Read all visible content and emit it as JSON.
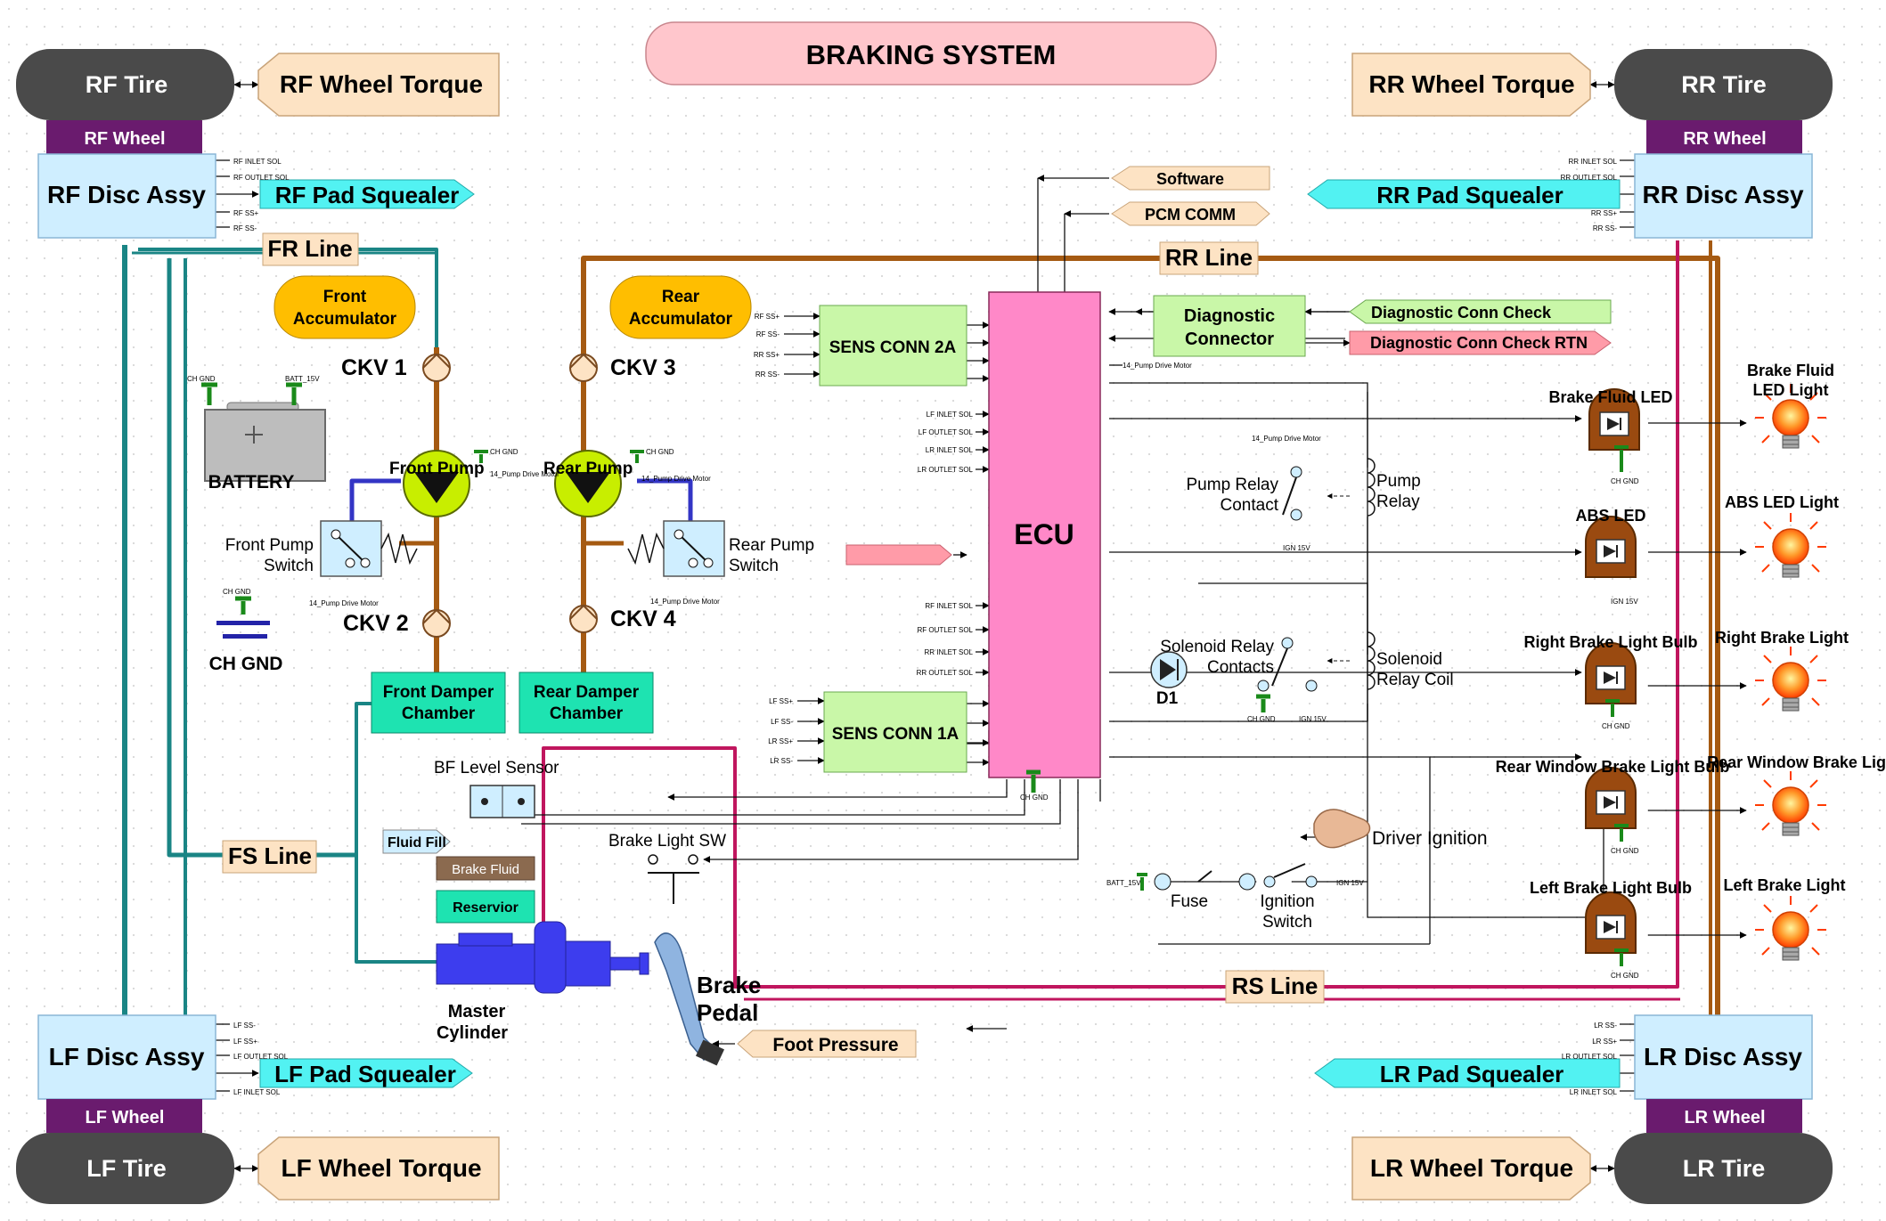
{
  "title": "BRAKING SYSTEM",
  "wheels": {
    "rf": {
      "tire": "RF Tire",
      "wheel": "RF Wheel",
      "disc": "RF Disc Assy",
      "torque": "RF Wheel Torque",
      "squealer": "RF Pad Squealer",
      "pins": [
        "RF INLET SOL",
        "RF OUTLET SOL",
        "RF SS+",
        "RF SS-"
      ]
    },
    "rr": {
      "tire": "RR Tire",
      "wheel": "RR Wheel",
      "disc": "RR Disc Assy",
      "torque": "RR Wheel Torque",
      "squealer": "RR Pad Squealer",
      "pins": [
        "RR INLET SOL",
        "RR OUTLET SOL",
        "RR SS+",
        "RR SS-"
      ]
    },
    "lf": {
      "tire": "LF Tire",
      "wheel": "LF Wheel",
      "disc": "LF Disc Assy",
      "torque": "LF Wheel Torque",
      "squealer": "LF Pad Squealer",
      "pins": [
        "LF SS-",
        "LF SS+",
        "LF OUTLET SOL",
        "LF INLET SOL"
      ]
    },
    "lr": {
      "tire": "LR Tire",
      "wheel": "LR Wheel",
      "disc": "LR Disc Assy",
      "torque": "LR Wheel Torque",
      "squealer": "LR Pad Squealer",
      "pins": [
        "LR SS-",
        "LR SS+",
        "LR OUTLET SOL",
        "LR INLET SOL"
      ]
    }
  },
  "lines": {
    "fr": "FR Line",
    "rr": "RR Line",
    "fs": "FS Line",
    "rs": "RS Line"
  },
  "accumulators": {
    "front": [
      "Front",
      "Accumulator"
    ],
    "rear": [
      "Rear",
      "Accumulator"
    ]
  },
  "check_valves": [
    "CKV 1",
    "CKV 2",
    "CKV 3",
    "CKV 4"
  ],
  "pumps": {
    "front": "Front Pump",
    "rear": "Rear Pump"
  },
  "pump_switches": {
    "front": [
      "Front Pump",
      "Switch"
    ],
    "rear": [
      "Rear Pump",
      "Switch"
    ]
  },
  "battery": {
    "label": "BATTERY",
    "gnd_pin": "CH GND",
    "batt_pin": "BATT_15V"
  },
  "ch_gnd": {
    "label": "CH GND",
    "pin": "CH GND"
  },
  "small_pins": {
    "ch_gnd": "CH GND",
    "pump_motor": "14_Pump Drive Motor",
    "ign": "IGN 15V",
    "batt": "BATT_15V"
  },
  "dampers": {
    "front": [
      "Front Damper",
      "Chamber"
    ],
    "rear": [
      "Rear Damper",
      "Chamber"
    ]
  },
  "reservoir": {
    "level_sensor": "BF Level Sensor",
    "fluid_fill": "Fluid Fill",
    "brake_fluid": "Brake Fluid",
    "reservior": "Reservior"
  },
  "master_cylinder": [
    "Master",
    "Cylinder"
  ],
  "brake_pedal": [
    "Brake",
    "Pedal"
  ],
  "foot_pressure": "Foot Pressure",
  "brake_light_sw": "Brake Light SW",
  "ecu": {
    "label": "ECU",
    "pins_upper": [
      "LF INLET SOL",
      "LF OUTLET SOL",
      "LR INLET SOL",
      "LR OUTLET SOL"
    ],
    "pins_lower": [
      "RF INLET SOL",
      "RF OUTLET SOL",
      "RR INLET SOL",
      "RR OUTLET SOL"
    ],
    "pump_motor_pin": "14_Pump Drive Motor"
  },
  "sens_conn_2a": {
    "label": "SENS CONN 2A",
    "pins": [
      "RF SS+",
      "RF SS-",
      "RR SS+",
      "RR SS-"
    ]
  },
  "sens_conn_1a": {
    "label": "SENS CONN 1A",
    "pins": [
      "LF SS+",
      "LF SS-",
      "LR SS+",
      "LR SS-"
    ]
  },
  "software": "Software",
  "pcm_comm": "PCM COMM",
  "diagnostic": {
    "connector": [
      "Diagnostic",
      "Connector"
    ],
    "check": "Diagnostic Conn Check",
    "check_rtn": "Diagnostic Conn Check RTN"
  },
  "pump_relay": {
    "contact": [
      "Pump Relay",
      "Contact"
    ],
    "relay": [
      "Pump",
      "Relay"
    ]
  },
  "solenoid_relay": {
    "contacts": [
      "Solenoid Relay",
      "Contacts"
    ],
    "coil": [
      "Solenoid",
      "Relay Coil"
    ],
    "diode": "D1"
  },
  "driver_ignition": "Driver Ignition",
  "fuse": "Fuse",
  "ignition_switch": [
    "Ignition",
    "Switch"
  ],
  "lamps": [
    {
      "driver": "Brake Fluid LED",
      "light": [
        "Brake Fluid",
        "LED Light"
      ]
    },
    {
      "driver": "ABS LED",
      "light": [
        "ABS LED Light"
      ]
    },
    {
      "driver": "Right Brake Light Bulb",
      "light": [
        "Right Brake Light"
      ]
    },
    {
      "driver": "Rear Window Brake Light Bulb",
      "light": [
        "Rear Window Brake Light"
      ]
    },
    {
      "driver": "Left Brake Light Bulb",
      "light": [
        "Left Brake Light"
      ]
    }
  ],
  "colors": {
    "tire": "#4a4a4a",
    "wheel": "#6a1b6e",
    "disc": "#cfeeff",
    "squealer": "#52f2f2",
    "torque": "#fde3c4",
    "accumulator": "#ffbe00",
    "pump": "#c8ee00",
    "damper": "#1ee3b1",
    "ecu": "#ff88c8",
    "sens_conn": "#c9f7a8",
    "brake_fluid": "#8b6a4f",
    "front_pipe": "#1a8585",
    "rear_pipe": "#a55a12",
    "rs_pipe": "#c0165e",
    "pump_pipe": "#3335c5",
    "master_cylinder": "#3d3dee",
    "lamp_housing": "#9a4a10",
    "title": "#ffc6cc"
  }
}
